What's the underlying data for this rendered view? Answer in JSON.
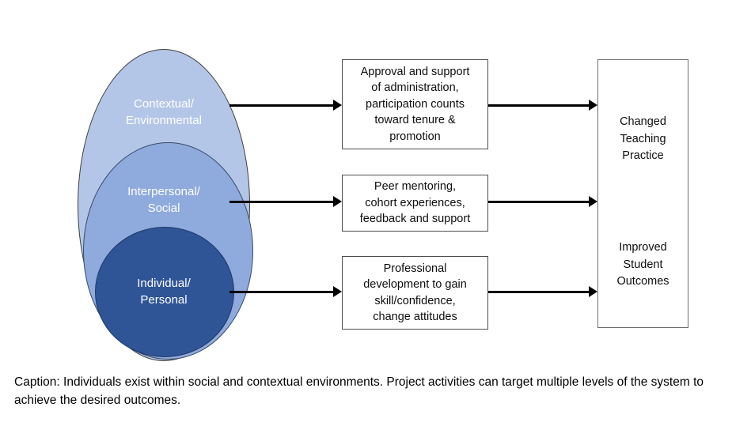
{
  "diagram": {
    "levels": [
      {
        "id": "contextual-environmental",
        "label": "Contextual/\nEnvironmental",
        "fill": "#b4c6e7"
      },
      {
        "id": "interpersonal-social",
        "label": "Interpersonal/\nSocial",
        "fill": "#8faadc"
      },
      {
        "id": "individual-personal",
        "label": "Individual/\nPersonal",
        "fill": "#2f5597"
      }
    ],
    "activities": [
      {
        "text": "Approval and support\nof administration,\nparticipation counts\ntoward tenure &\npromotion"
      },
      {
        "text": "Peer mentoring,\ncohort experiences,\nfeedback and support"
      },
      {
        "text": "Professional\ndevelopment to gain\nskill/confidence,\nchange attitudes"
      }
    ],
    "outcomes": [
      {
        "text": "Changed\nTeaching\nPractice"
      },
      {
        "text": "Improved\nStudent\nOutcomes"
      }
    ],
    "caption": "Caption: Individuals exist within social and contextual environments. Project activities can target multiple levels of the system to achieve the desired outcomes."
  },
  "colors": {
    "level-outer": "#b4c6e7",
    "level-middle": "#8faadc",
    "level-inner": "#2f5597",
    "arrow": "#000000",
    "box-border": "#4d4d4d"
  }
}
